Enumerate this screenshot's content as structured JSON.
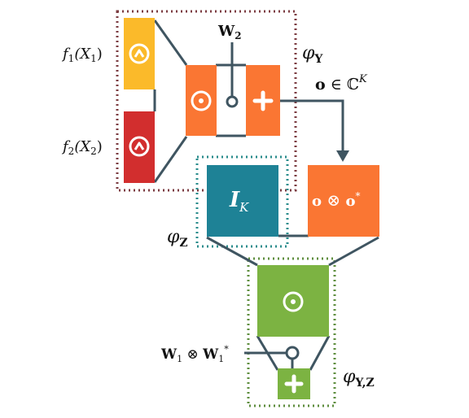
{
  "colors": {
    "yellow": "#FBBA2A",
    "red": "#D22E2E",
    "orange": "#FA7633",
    "teal": "#1E8296",
    "green": "#7CB342",
    "wire": "#3F5561",
    "frame_maroon": "#7B3B40",
    "frame_teal": "#2A8C8C",
    "frame_green": "#5E8E3E"
  },
  "icons": {
    "wedge": "wedge-in-circle",
    "odot": "circle-dot",
    "plus": "circle-plus",
    "node": "small-open-circle"
  },
  "labels": {
    "f1": {
      "f": "f",
      "sub": "1",
      "open": "(X",
      "xsub": "1",
      "close": ")"
    },
    "f2": {
      "f": "f",
      "sub": "2",
      "open": "(X",
      "xsub": "2",
      "close": ")"
    },
    "w2": {
      "main": "W",
      "sub": "2"
    },
    "phi_y": {
      "main": "φ",
      "sub": "Y"
    },
    "o_in_c": {
      "lhs": "o",
      "rel": " ∈ ",
      "set": "ℂ",
      "sup": "K"
    },
    "ik": {
      "main": "I",
      "sub": "K"
    },
    "o_kron": {
      "a": "o",
      "op": " ⊗ ",
      "b": "o",
      "sup": "*"
    },
    "phi_z": {
      "main": "φ",
      "sub": "Z"
    },
    "w1_kron": {
      "a": "W",
      "asub": "1",
      "op": " ⊗ ",
      "b": "W",
      "bsub": "1",
      "bsup": "*"
    },
    "phi_yz": {
      "main": "φ",
      "sub": "Y,Z"
    }
  }
}
